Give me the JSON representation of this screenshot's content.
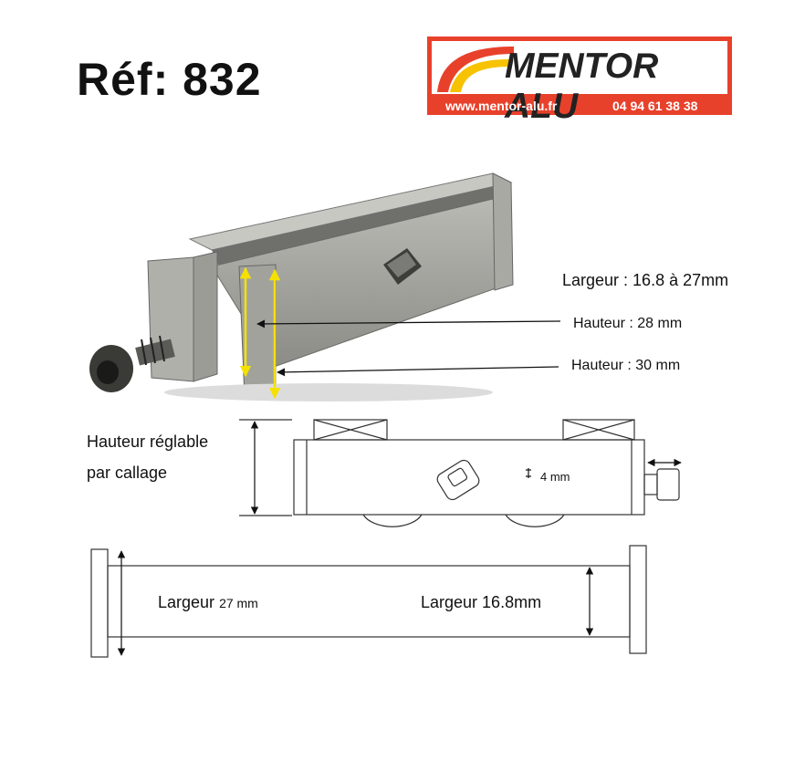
{
  "ref_title": "Réf: 832",
  "logo": {
    "brand": "MENTOR ALU",
    "website": "www.mentor-alu.fr",
    "phone": "04 94 61 38 38",
    "color_red": "#e8412b",
    "color_yellow": "#f7c200"
  },
  "annotations": {
    "largeur_range": "Largeur : 16.8 à 27mm",
    "hauteur_28": "Hauteur : 28 mm",
    "hauteur_30": "Hauteur :  30 mm",
    "adjust_line1": "Hauteur réglable",
    "adjust_line2": "par callage",
    "offset_4mm": "4 mm",
    "largeur_27_label": "Largeur",
    "largeur_27_value": "27 mm",
    "largeur_168": "Largeur  16.8mm"
  },
  "colors": {
    "marker_yellow": "#f5e100",
    "line": "#333333",
    "metal": "#9a9a95"
  }
}
